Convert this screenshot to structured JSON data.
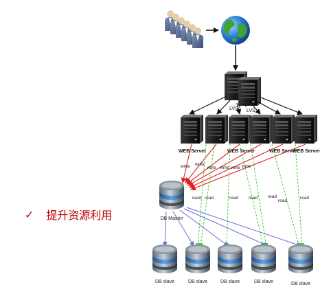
{
  "bullet": {
    "mark": "✓",
    "text": "提升资源利用"
  },
  "labels": {
    "lvs": "LVS",
    "web_server": "WEB Server",
    "write": "write",
    "read": "read",
    "db_master": "DB Master",
    "db_slave": "DB slave"
  },
  "colors": {
    "write_arrow": "#e02020",
    "read_arrow": "#44cc33",
    "replication_arrow": "#6a6adc",
    "bullet_text": "#c00000"
  },
  "icons": {
    "users": "users-group-icon",
    "internet": "globe-icon",
    "lvs": "server-tower-icon",
    "web": "server-tower-icon",
    "db": "database-cylinder-icon"
  }
}
